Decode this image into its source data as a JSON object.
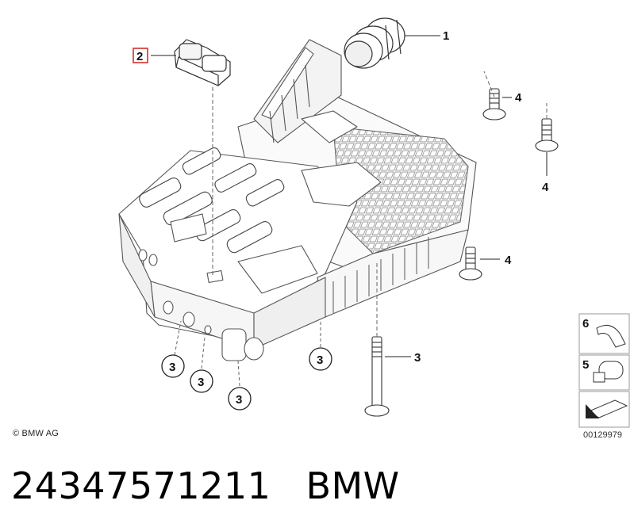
{
  "copyright": "© BMW AG",
  "document_number": "00129979",
  "caption": {
    "part_number": "24347571211",
    "brand": "BMW"
  },
  "callouts": [
    {
      "id": "1",
      "label": "1",
      "highlighted": false
    },
    {
      "id": "2",
      "label": "2",
      "highlighted": true
    },
    {
      "id": "3a",
      "label": "3",
      "circled": true
    },
    {
      "id": "3b",
      "label": "3",
      "circled": true
    },
    {
      "id": "3c",
      "label": "3",
      "circled": true
    },
    {
      "id": "3d",
      "label": "3",
      "circled": true
    },
    {
      "id": "3e",
      "label": "3",
      "circled": false
    },
    {
      "id": "4a",
      "label": "4",
      "circled": false
    },
    {
      "id": "4b",
      "label": "4",
      "circled": false
    },
    {
      "id": "4c",
      "label": "4",
      "circled": false
    },
    {
      "id": "6",
      "label": "6",
      "circled": false
    },
    {
      "id": "5",
      "label": "5",
      "circled": false
    }
  ],
  "colors": {
    "highlight": "#d32f2f",
    "line": "#222222"
  }
}
